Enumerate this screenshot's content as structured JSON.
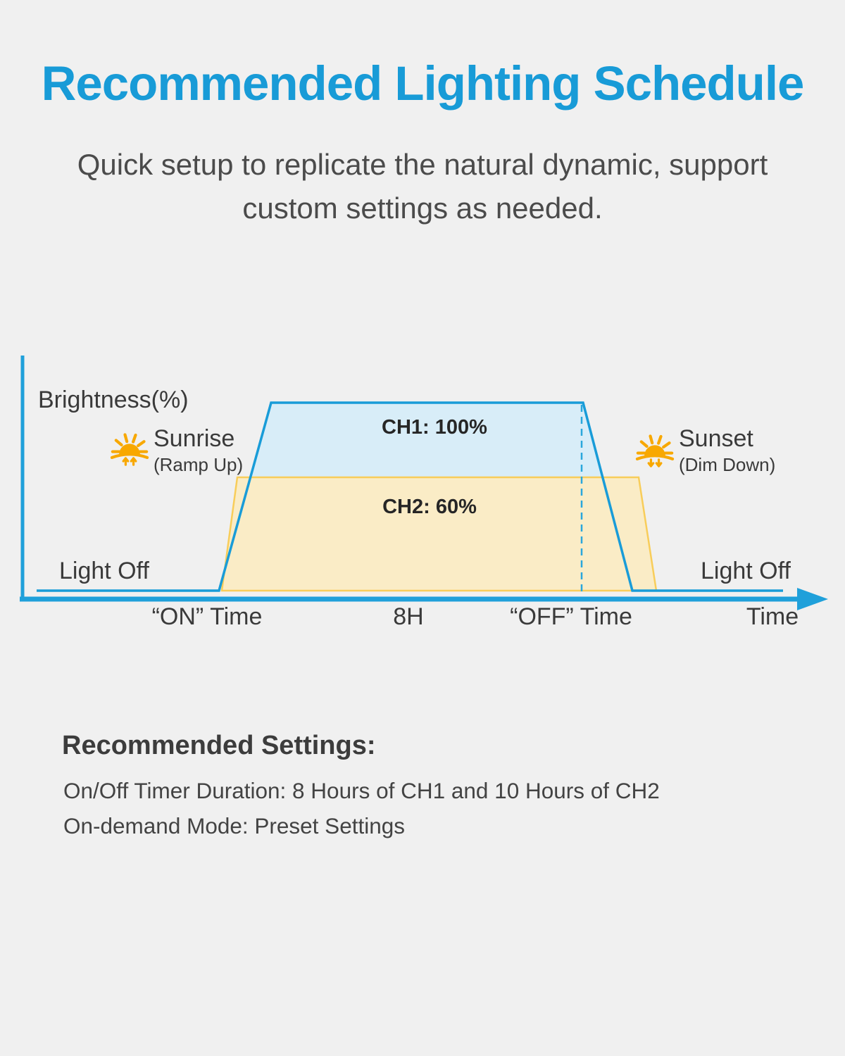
{
  "page": {
    "title": "Recommended Lighting Schedule",
    "subtitle_line1": "Quick setup to replicate the natural dynamic, support",
    "subtitle_line2": "custom settings as needed.",
    "background_color": "#f0f0f0",
    "accent_blue": "#189bd7"
  },
  "chart_data": {
    "type": "area",
    "title": "Recommended Lighting Schedule",
    "ylabel": "Brightness(%)",
    "xlabel": "Time",
    "x_ticks": [
      "“ON” Time",
      "8H",
      "“OFF” Time",
      "Time"
    ],
    "ylim_pct": [
      0,
      100
    ],
    "grid": false,
    "legend_position": "inside-area-labels",
    "series": [
      {
        "name": "CH1",
        "annotation": "CH1: 100%",
        "plateau_brightness_pct": 100,
        "duration_hours": 8,
        "profile": [
          {
            "x": "before ON time",
            "brightness_pct": 0,
            "note": "Light Off"
          },
          {
            "x": "“ON” Time",
            "brightness_pct": 0,
            "note": "Sunrise (Ramp Up)"
          },
          {
            "x": "ramp complete",
            "brightness_pct": 100
          },
          {
            "x": "“OFF” Time",
            "brightness_pct": 100,
            "note": "Sunset (Dim Down)"
          },
          {
            "x": "dim complete",
            "brightness_pct": 0
          },
          {
            "x": "after OFF time",
            "brightness_pct": 0,
            "note": "Light Off"
          }
        ],
        "fill_color": "#d8edf8",
        "line_color": "#199cd8"
      },
      {
        "name": "CH2",
        "annotation": "CH2: 60%",
        "plateau_brightness_pct": 60,
        "duration_hours": 10,
        "profile": [
          {
            "x": "“ON” Time",
            "brightness_pct": 0,
            "note": "Sunrise (Ramp Up)"
          },
          {
            "x": "ramp complete",
            "brightness_pct": 60
          },
          {
            "x": "after OFF time",
            "brightness_pct": 60,
            "note": "dims later than CH1"
          },
          {
            "x": "dim complete",
            "brightness_pct": 0,
            "note": "Light Off"
          }
        ],
        "fill_color": "#faecc6",
        "line_color": "#f8cd5a"
      }
    ],
    "axis_color": "#1fa0da",
    "dashed_guide": {
      "x": "“OFF” Time",
      "color": "#2aa7dc"
    }
  },
  "chart": {
    "brightness_label": "Brightness(%)",
    "light_off_left": "Light Off",
    "light_off_right": "Light Off",
    "ch1_label": "CH1: 100%",
    "ch2_label": "CH2: 60%",
    "sunrise": {
      "label": "Sunrise",
      "sublabel": "(Ramp Up)"
    },
    "sunset": {
      "label": "Sunset",
      "sublabel": "(Dim Down)"
    },
    "sun_icon_color": "#f8a800",
    "x_label_on": "“ON” Time",
    "x_label_mid": "8H",
    "x_label_off": "“OFF” Time",
    "x_label_time": "Time"
  },
  "settings": {
    "heading": "Recommended Settings:",
    "line1": "On/Off Timer Duration: 8 Hours of CH1 and 10 Hours of CH2",
    "line2": "On-demand Mode: Preset Settings"
  }
}
